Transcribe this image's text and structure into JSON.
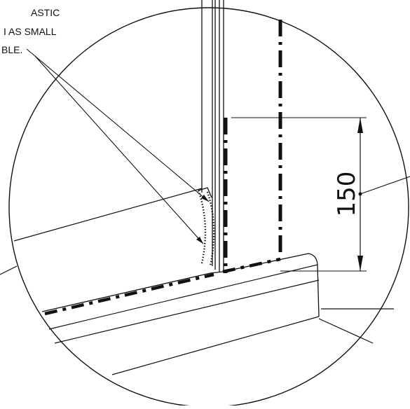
{
  "note": {
    "lines": [
      "ASTIC",
      "I AS SMALL",
      "BLE."
    ]
  },
  "dimension": {
    "value": "150"
  },
  "colors": {
    "line": "#111111",
    "background": "#ffffff"
  }
}
